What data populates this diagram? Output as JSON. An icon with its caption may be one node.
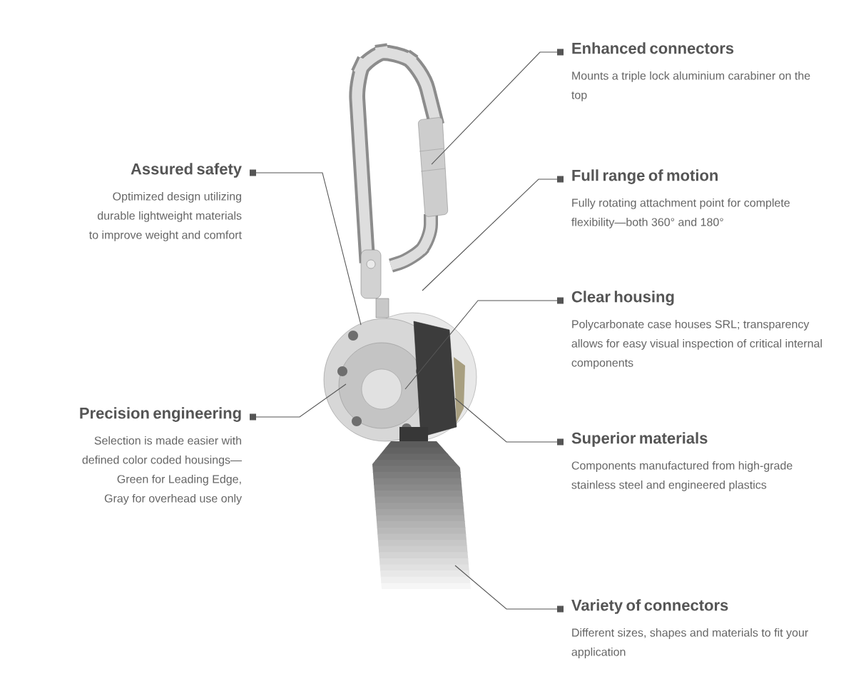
{
  "diagram": {
    "nodes": [
      {
        "text": [
          "Enhanced connectors",
          "Mounts a triple lock aluminium carabiner on the top"
        ]
      },
      {
        "text": [
          "Assured safety",
          "Optimized design utilizing durable lightweight materials to improve weight and comfort"
        ]
      },
      {
        "text": [
          "Full range of motion",
          "Fully rotating attachment point for complete flexibility—both 360° and 180°"
        ]
      },
      {
        "text": [
          "Clear housing",
          "Polycarbonate case houses SRL; transparency allows for easy visual inspection of critical internal components"
        ]
      },
      {
        "text": [
          "Precision engineering",
          "Selection is made easier with defined color coded housings— Green for Leading Edge, Gray for overhead use only"
        ]
      },
      {
        "text": [
          "Superior materials",
          "Components manufactured from high-grade stainless steel and engineered plastics"
        ]
      },
      {
        "text": [
          "Variety of connectors",
          "Different sizes, shapes and materials to fit your application"
        ]
      }
    ],
    "edges": [
      {
        "from": 0,
        "to": null,
        "arrow": "other"
      },
      {
        "from": 1,
        "to": null,
        "arrow": "other"
      },
      {
        "from": 2,
        "to": null,
        "arrow": "other"
      },
      {
        "from": 3,
        "to": null,
        "arrow": "other"
      },
      {
        "from": 4,
        "to": null,
        "arrow": "other"
      },
      {
        "from": 5,
        "to": null,
        "arrow": "other"
      },
      {
        "from": 6,
        "to": null,
        "arrow": "other"
      }
    ]
  }
}
